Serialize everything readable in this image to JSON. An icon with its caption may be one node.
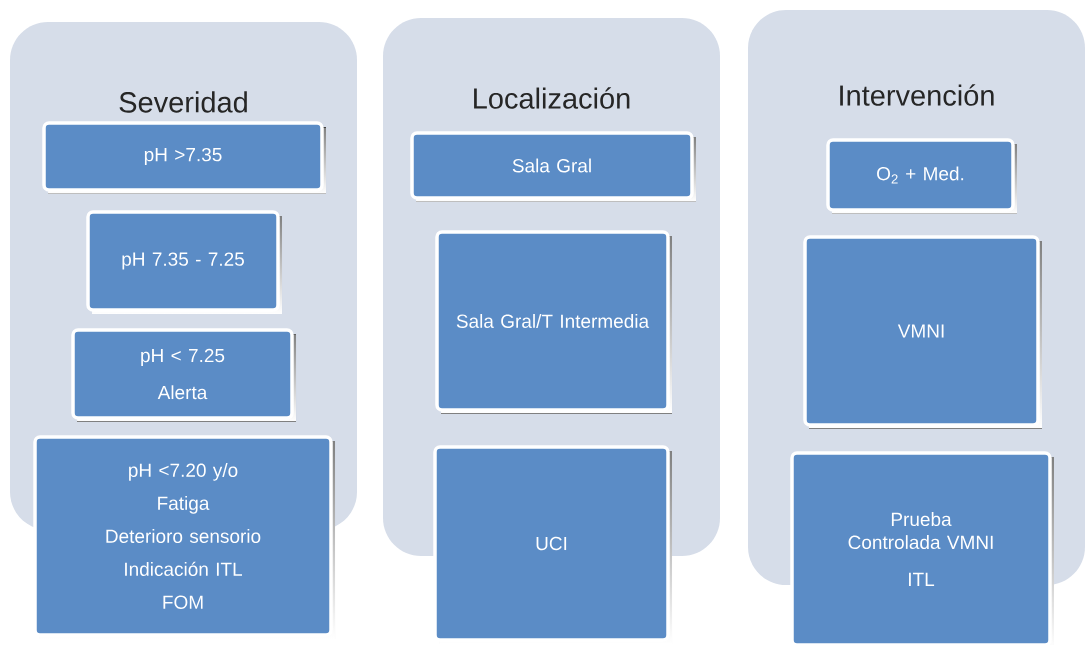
{
  "diagram": {
    "nodes": [
      {
        "text": [
          "Severidad"
        ]
      },
      {
        "text": [
          "pH >7.35"
        ],
        "in": 0
      },
      {
        "text": [
          "pH 7.35 - 7.25"
        ],
        "in": 0
      },
      {
        "text": [
          "pH < 7.25",
          "Alerta"
        ],
        "in": 0
      },
      {
        "text": [
          "pH <7.20 y/o",
          "Fatiga",
          "Deterioro sensorio",
          "Indicación ITL",
          "FOM"
        ]
      },
      {
        "text": [
          "Localización"
        ]
      },
      {
        "text": [
          "Sala Gral"
        ],
        "in": 5
      },
      {
        "text": [
          "Sala Gral/T Intermedia"
        ],
        "in": 5
      },
      {
        "text": [
          "UCI"
        ]
      },
      {
        "text": [
          "Intervención"
        ]
      },
      {
        "text": [
          "O$_{2}$ + Med."
        ],
        "in": 9
      },
      {
        "text": [
          "VMNI"
        ],
        "in": 9
      },
      {
        "text": [
          "Prueba Controlada VMNI",
          "ITL"
        ]
      }
    ]
  }
}
